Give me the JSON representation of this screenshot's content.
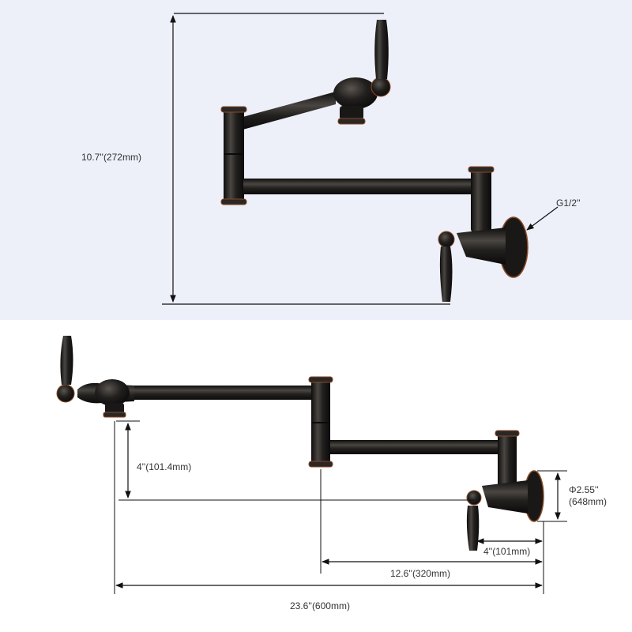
{
  "top_view": {
    "height_label": "10.7''(272mm)",
    "inlet_label": "G1/2''"
  },
  "bottom_view": {
    "drop_label": "4''(101.4mm)",
    "flange_diameter_label_line1": "Φ2.55''",
    "flange_diameter_label_line2": "(648mm)",
    "flange_to_handle_label": "4''(101mm)",
    "second_arm_label": "12.6''(320mm)",
    "total_reach_label": "23.6''(600mm)"
  },
  "colors": {
    "top_background": "#edeff9",
    "bottom_background": "#ffffff",
    "finish_body": "#1c1b1a",
    "finish_highlight": "#4a4642",
    "bronze_accent": "#8a4a26",
    "dimension_line": "#111111",
    "label_text": "#333333"
  }
}
